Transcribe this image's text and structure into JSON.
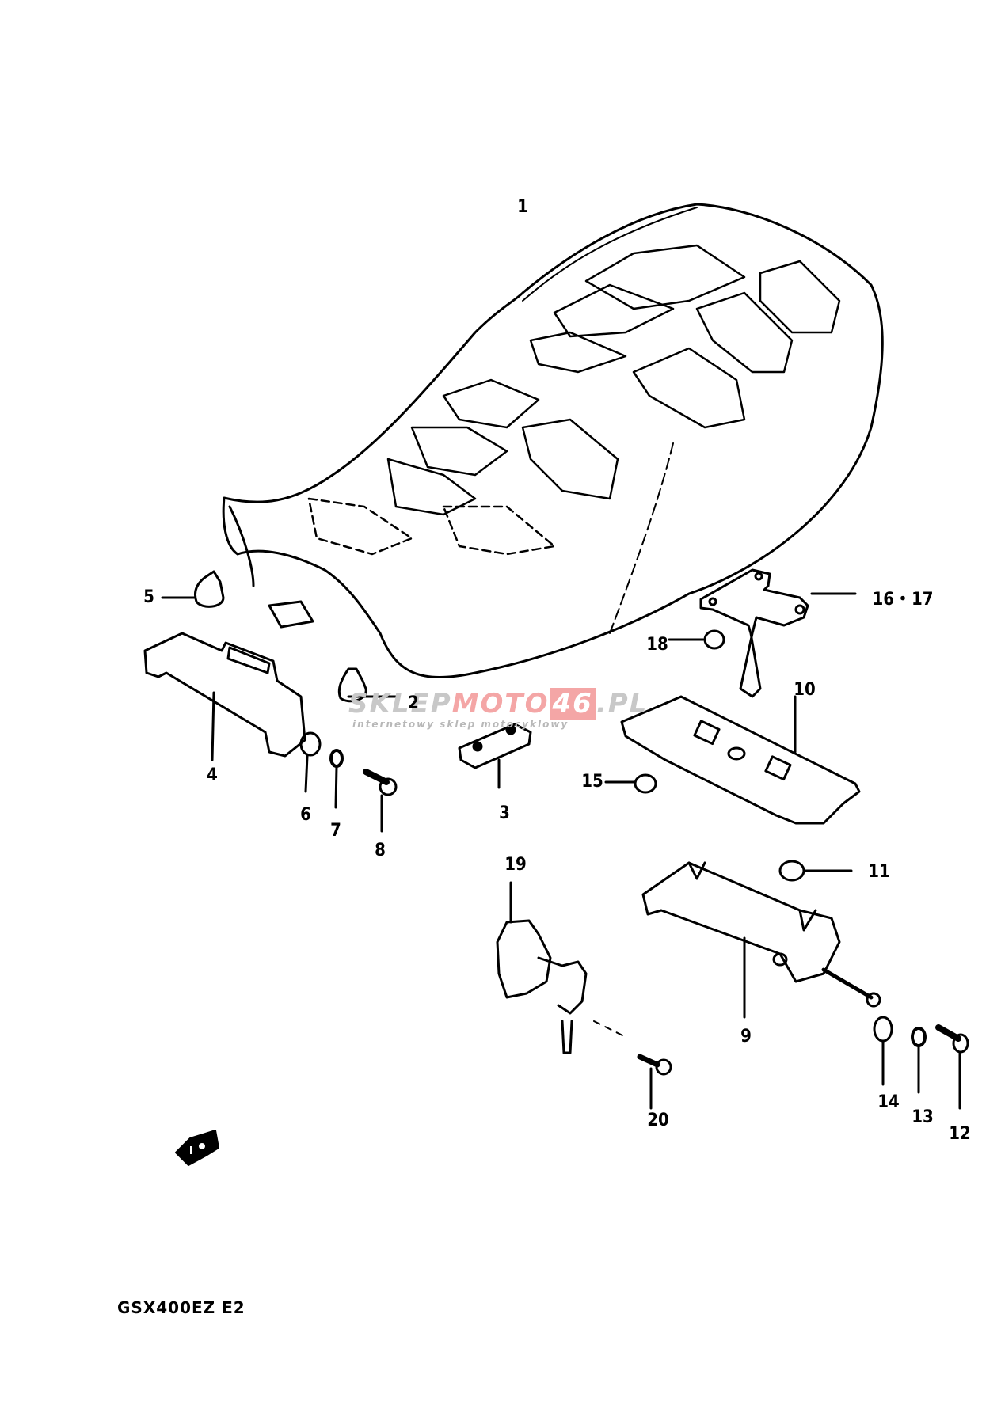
{
  "diagram": {
    "title": "Seat exploded parts diagram",
    "model_code": "GSX400EZ E2",
    "direction_badge_icon": "forward-arrow-icon",
    "watermark": {
      "prefix": "SKLEP",
      "middle": "MOTO",
      "number": "46",
      "suffix": ".PL",
      "tagline": "internetowy sklep motocyklowy",
      "colors": {
        "grey": "#c8c8c8",
        "red": "#f4a6a6"
      }
    },
    "parts": [
      {
        "id": "1",
        "label": "1",
        "name": "seat"
      },
      {
        "id": "2",
        "label": "2",
        "name": "cushion-rubber"
      },
      {
        "id": "3",
        "label": "3",
        "name": "seat-hook-plate"
      },
      {
        "id": "4",
        "label": "4",
        "name": "seat-bracket"
      },
      {
        "id": "5",
        "label": "5",
        "name": "cushion-rubber"
      },
      {
        "id": "6",
        "label": "6",
        "name": "washer"
      },
      {
        "id": "7",
        "label": "7",
        "name": "lock-washer"
      },
      {
        "id": "8",
        "label": "8",
        "name": "bolt"
      },
      {
        "id": "9",
        "label": "9",
        "name": "seat-lock-assembly"
      },
      {
        "id": "10",
        "label": "10",
        "name": "seat-lock-plate"
      },
      {
        "id": "11",
        "label": "11",
        "name": "cap"
      },
      {
        "id": "12",
        "label": "12",
        "name": "bolt"
      },
      {
        "id": "13",
        "label": "13",
        "name": "lock-washer"
      },
      {
        "id": "14",
        "label": "14",
        "name": "washer"
      },
      {
        "id": "15",
        "label": "15",
        "name": "nut"
      },
      {
        "id": "16-17",
        "label": "16・17",
        "name": "hinge-bracket"
      },
      {
        "id": "18",
        "label": "18",
        "name": "nut"
      },
      {
        "id": "19",
        "label": "19",
        "name": "seat-lock-key-set"
      },
      {
        "id": "20",
        "label": "20",
        "name": "screw"
      }
    ]
  }
}
